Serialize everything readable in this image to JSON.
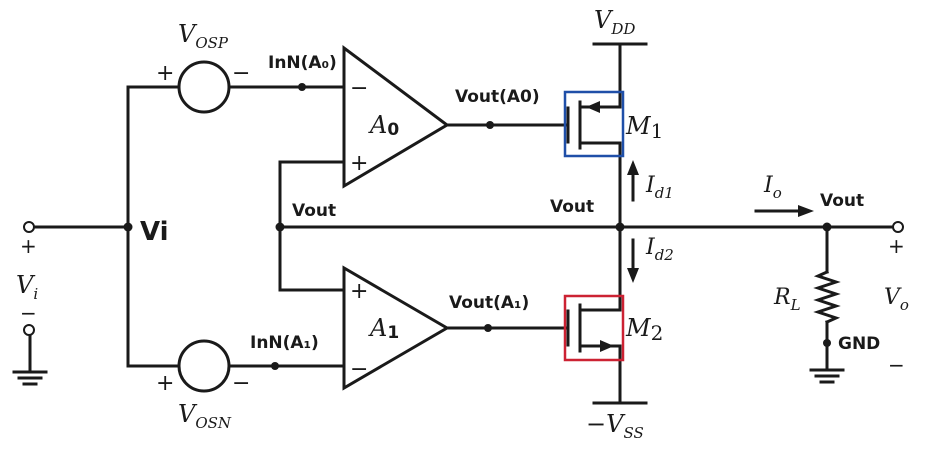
{
  "labels": {
    "vosp": "V",
    "vosp_sub": "OSP",
    "vosn": "V",
    "vosn_sub": "OSN",
    "vdd": "V",
    "vdd_sub": "DD",
    "vss": "−V",
    "vss_sub": "SS",
    "inn_a0": "InN(A₀)",
    "inn_a1": "InN(A₁)",
    "vout_a0": "Vout(A0)",
    "vout_a1": "Vout(A₁)",
    "vout_left": "Vout",
    "vout_mid": "Vout",
    "vout_right": "Vout",
    "vi_node": "Vi",
    "vi_input": "V",
    "vi_input_sub": "i",
    "a0": "A",
    "a0_sub": "0",
    "a1": "A",
    "a1_sub": "1",
    "m1": "M",
    "m1_sub": "1",
    "m2": "M",
    "m2_sub": "2",
    "id1": "I",
    "id1_sub": "d1",
    "id2": "I",
    "id2_sub": "d2",
    "io": "I",
    "io_sub": "o",
    "rl": "R",
    "rl_sub": "L",
    "vo": "V",
    "vo_sub": "o",
    "gnd": "GND",
    "plus": "+",
    "minus": "−"
  },
  "colors": {
    "m1_box": "#1f4fa8",
    "m2_box": "#cc2233",
    "wire": "#1a1a1a"
  }
}
